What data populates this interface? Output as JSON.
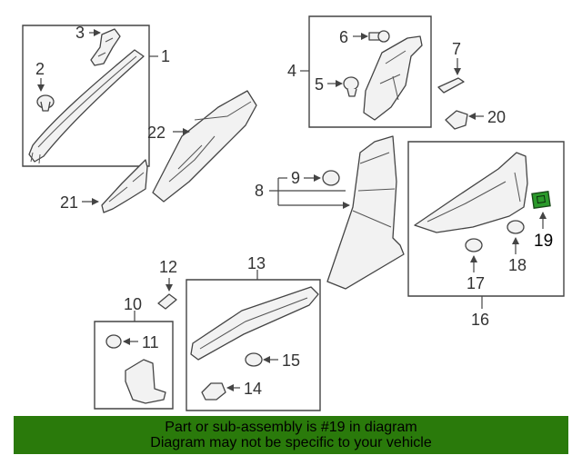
{
  "callouts": {
    "c1": "1",
    "c2": "2",
    "c3": "3",
    "c4": "4",
    "c5": "5",
    "c6": "6",
    "c7": "7",
    "c8": "8",
    "c9": "9",
    "c10": "10",
    "c11": "11",
    "c12": "12",
    "c13": "13",
    "c14": "14",
    "c15": "15",
    "c16": "16",
    "c17": "17",
    "c18": "18",
    "c19": "19",
    "c20": "20",
    "c21": "21",
    "c22": "22"
  },
  "highlight": {
    "part_number": "19",
    "color": "#2a9a2a"
  },
  "banner": {
    "line1": "Part or sub-assembly is #19 in diagram",
    "line2": "Diagram may not be specific to your vehicle",
    "background": "#2a7a0b"
  }
}
